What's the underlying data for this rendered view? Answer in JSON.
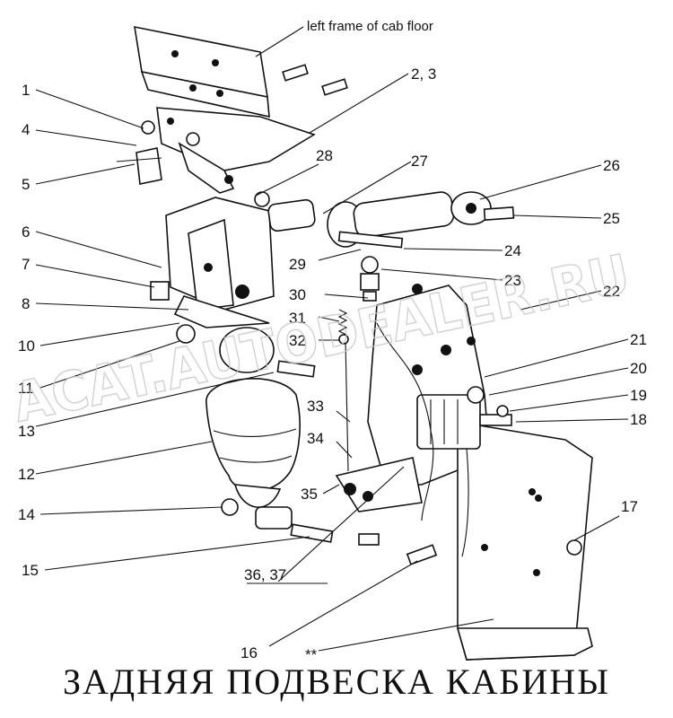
{
  "title": "ЗАДНЯЯ ПОДВЕСКА КАБИНЫ",
  "watermark": "ACAT.AUTODEALER.RU",
  "frame_note": "left frame of cab floor",
  "part_numbers": {
    "p1": "1",
    "p2_3": "2, 3",
    "p4": "4",
    "p5": "5",
    "p6": "6",
    "p7": "7",
    "p8": "8",
    "p10": "10",
    "p11": "11",
    "p12": "12",
    "p13": "13",
    "p14": "14",
    "p15": "15",
    "p16": "16",
    "p17": "17",
    "p18": "18",
    "p19": "19",
    "p20": "20",
    "p21": "21",
    "p22": "22",
    "p23": "23",
    "p24": "24",
    "p25": "25",
    "p26": "26",
    "p27": "27",
    "p28": "28",
    "p29": "29",
    "p30": "30",
    "p31": "31",
    "p32": "32",
    "p33": "33",
    "p34": "34",
    "p35": "35",
    "p36_37": "36, 37",
    "stars": "**"
  }
}
